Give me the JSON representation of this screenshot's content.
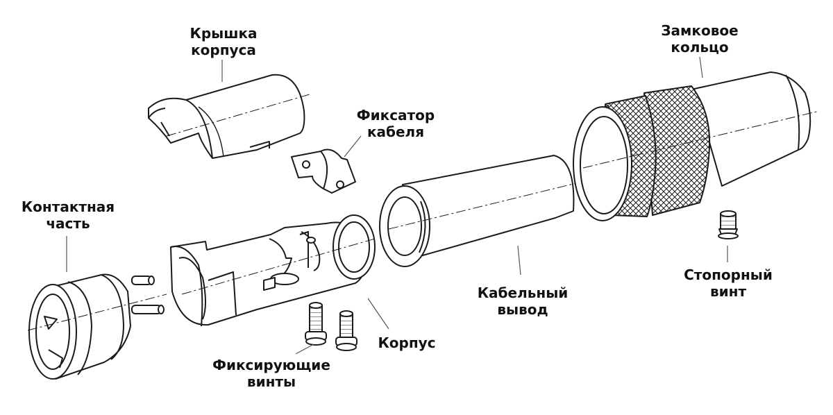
{
  "diagram": {
    "colors": {
      "stroke": "#1a1a1a",
      "fill": "#ffffff",
      "shade": "#e6e6e6",
      "dark": "#8a8a8a"
    },
    "labels": {
      "housing_cover": [
        "Крышка",
        "корпуса"
      ],
      "cable_clamp": [
        "Фиксатор",
        "кабеля"
      ],
      "locking_ring": [
        "Замковое",
        "кольцо"
      ],
      "contact_part": [
        "Контактная",
        "часть"
      ],
      "cable_outlet": [
        "Кабельный",
        "вывод"
      ],
      "set_screw": [
        "Стопорный",
        "винт"
      ],
      "housing": [
        "Корпус"
      ],
      "fixing_screws": [
        "Фиксирующие",
        "винты"
      ]
    }
  }
}
